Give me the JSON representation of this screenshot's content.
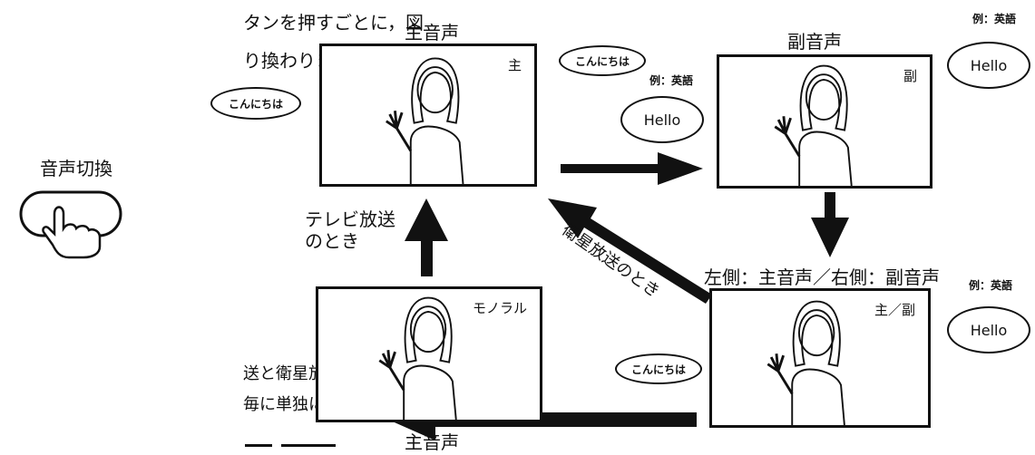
{
  "intro": {
    "line1": "タンを押すごとに，図",
    "line2": "り換わります。"
  },
  "button": {
    "label": "音声切換"
  },
  "note": {
    "line1": "送と衛星放送はそれぞれお",
    "line2": "毎に単独に設定できます。"
  },
  "screens": {
    "main": {
      "title": "主音声",
      "tag": "主",
      "bubble_left": "こんにちは",
      "bubble_right": "こんにちは"
    },
    "sub": {
      "title": "副音声",
      "tag": "副",
      "bubble_left_example": "例：英語",
      "bubble_left": "Hello",
      "bubble_right_example": "例：英語",
      "bubble_right": "Hello"
    },
    "both": {
      "title": "左側：主音声／右側：副音声",
      "tag": "主／副",
      "bubble_left": "こんにちは",
      "bubble_right_example": "例：英語",
      "bubble_right": "Hello"
    },
    "mono": {
      "title": "主音声",
      "tag": "モノラル"
    }
  },
  "arrows": {
    "tv_broadcast_line1": "テレビ放送",
    "tv_broadcast_line2": "のとき",
    "satellite_broadcast": "衛星放送のとき"
  }
}
